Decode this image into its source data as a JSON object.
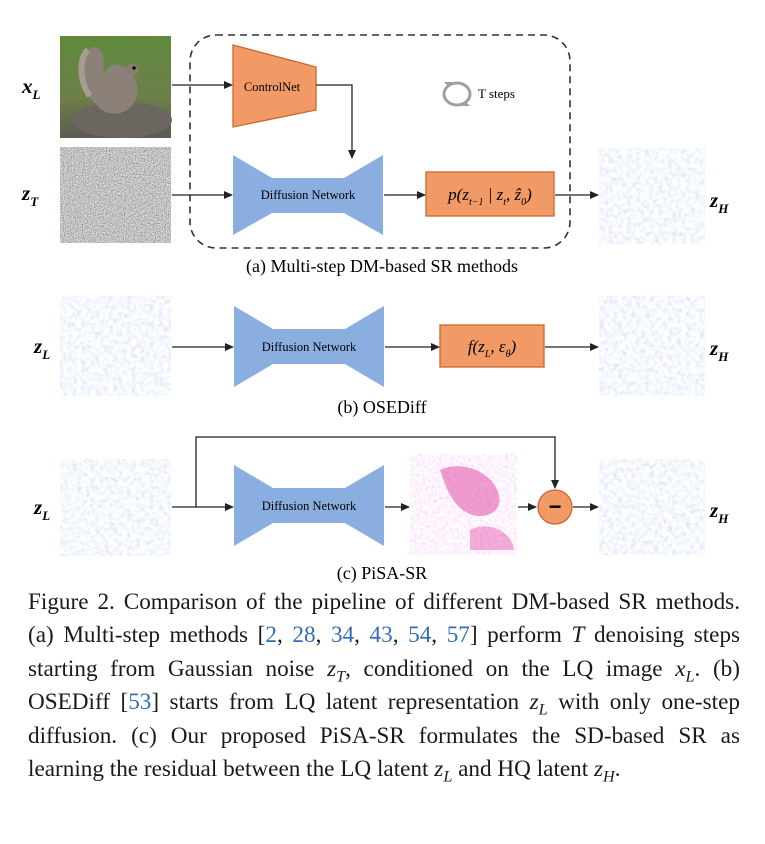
{
  "panels": {
    "a": {
      "label": "(a) Multi-step DM-based SR methods",
      "input_top": "x",
      "input_top_sub": "L",
      "input_bottom": "z",
      "input_bottom_sub": "T",
      "controlnet": "ControlNet",
      "loop_label": "T steps",
      "network": "Diffusion Network",
      "operation": "p(z",
      "operation_tail": "t−1",
      "operation_mid": " | z",
      "operation_sub2": "t",
      "operation_mid2": ", ẑ",
      "operation_sub3": "0",
      "operation_end": ")",
      "output": "z",
      "output_sub": "H"
    },
    "b": {
      "label": "(b) OSEDiff",
      "input": "z",
      "input_sub": "L",
      "network": "Diffusion Network",
      "operation": "f(z",
      "operation_sub": "L",
      "operation_mid": ", ε",
      "operation_sub2": "θ",
      "operation_end": ")",
      "output": "z",
      "output_sub": "H"
    },
    "c": {
      "label": "(c) PiSA-SR",
      "input": "z",
      "input_sub": "L",
      "network": "Diffusion Network",
      "operator": "−",
      "output": "z",
      "output_sub": "H"
    }
  },
  "caption": {
    "lead": "Figure 2.  Comparison of the pipeline of different DM-based SR methods. (a) Multi-step methods [",
    "refs_a": [
      "2",
      "28",
      "34",
      "43",
      "54",
      "57"
    ],
    "seg1": "] perform ",
    "T": "T",
    "seg2": " denoising steps starting from Gaussian noise ",
    "zT": "z",
    "zT_sub": "T",
    "seg3": ", conditioned on the LQ image ",
    "xL": "x",
    "xL_sub": "L",
    "seg4": ". (b) OSEDiff [",
    "ref_b": "53",
    "seg5": "] starts from LQ latent representation ",
    "zL1": "z",
    "zL1_sub": "L",
    "seg6": " with only one-step diffusion. (c) Our proposed PiSA-SR formulates the SD-based SR as learning the residual between the LQ latent ",
    "zL2": "z",
    "zL2_sub": "L",
    "seg7": " and HQ latent ",
    "zH": "z",
    "zH_sub": "H",
    "seg8": "."
  },
  "colors": {
    "network_blue": "#8aaee0",
    "operation_orange": "#f29a66",
    "operation_border": "#c9682f",
    "ref_blue": "#2f6db5"
  }
}
